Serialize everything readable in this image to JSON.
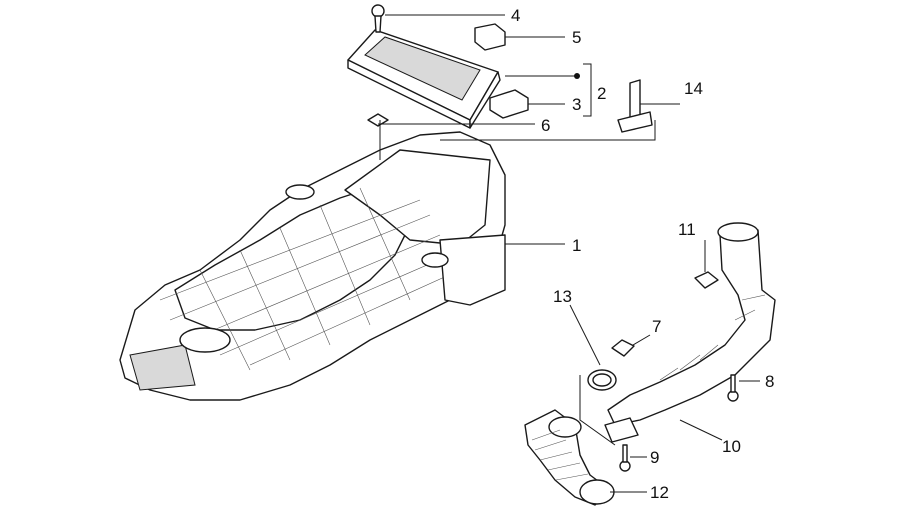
{
  "callouts": [
    {
      "number": "1"
    },
    {
      "number": "2"
    },
    {
      "number": "3"
    },
    {
      "number": "4"
    },
    {
      "number": "5"
    },
    {
      "number": "6"
    },
    {
      "number": "7"
    },
    {
      "number": "8"
    },
    {
      "number": "9"
    },
    {
      "number": "10"
    },
    {
      "number": "11"
    },
    {
      "number": "12"
    },
    {
      "number": "13"
    },
    {
      "number": "14"
    }
  ],
  "colors": {
    "line": "#1a1a1a",
    "fill": "#ffffff",
    "shade": "#d9d9d9"
  }
}
